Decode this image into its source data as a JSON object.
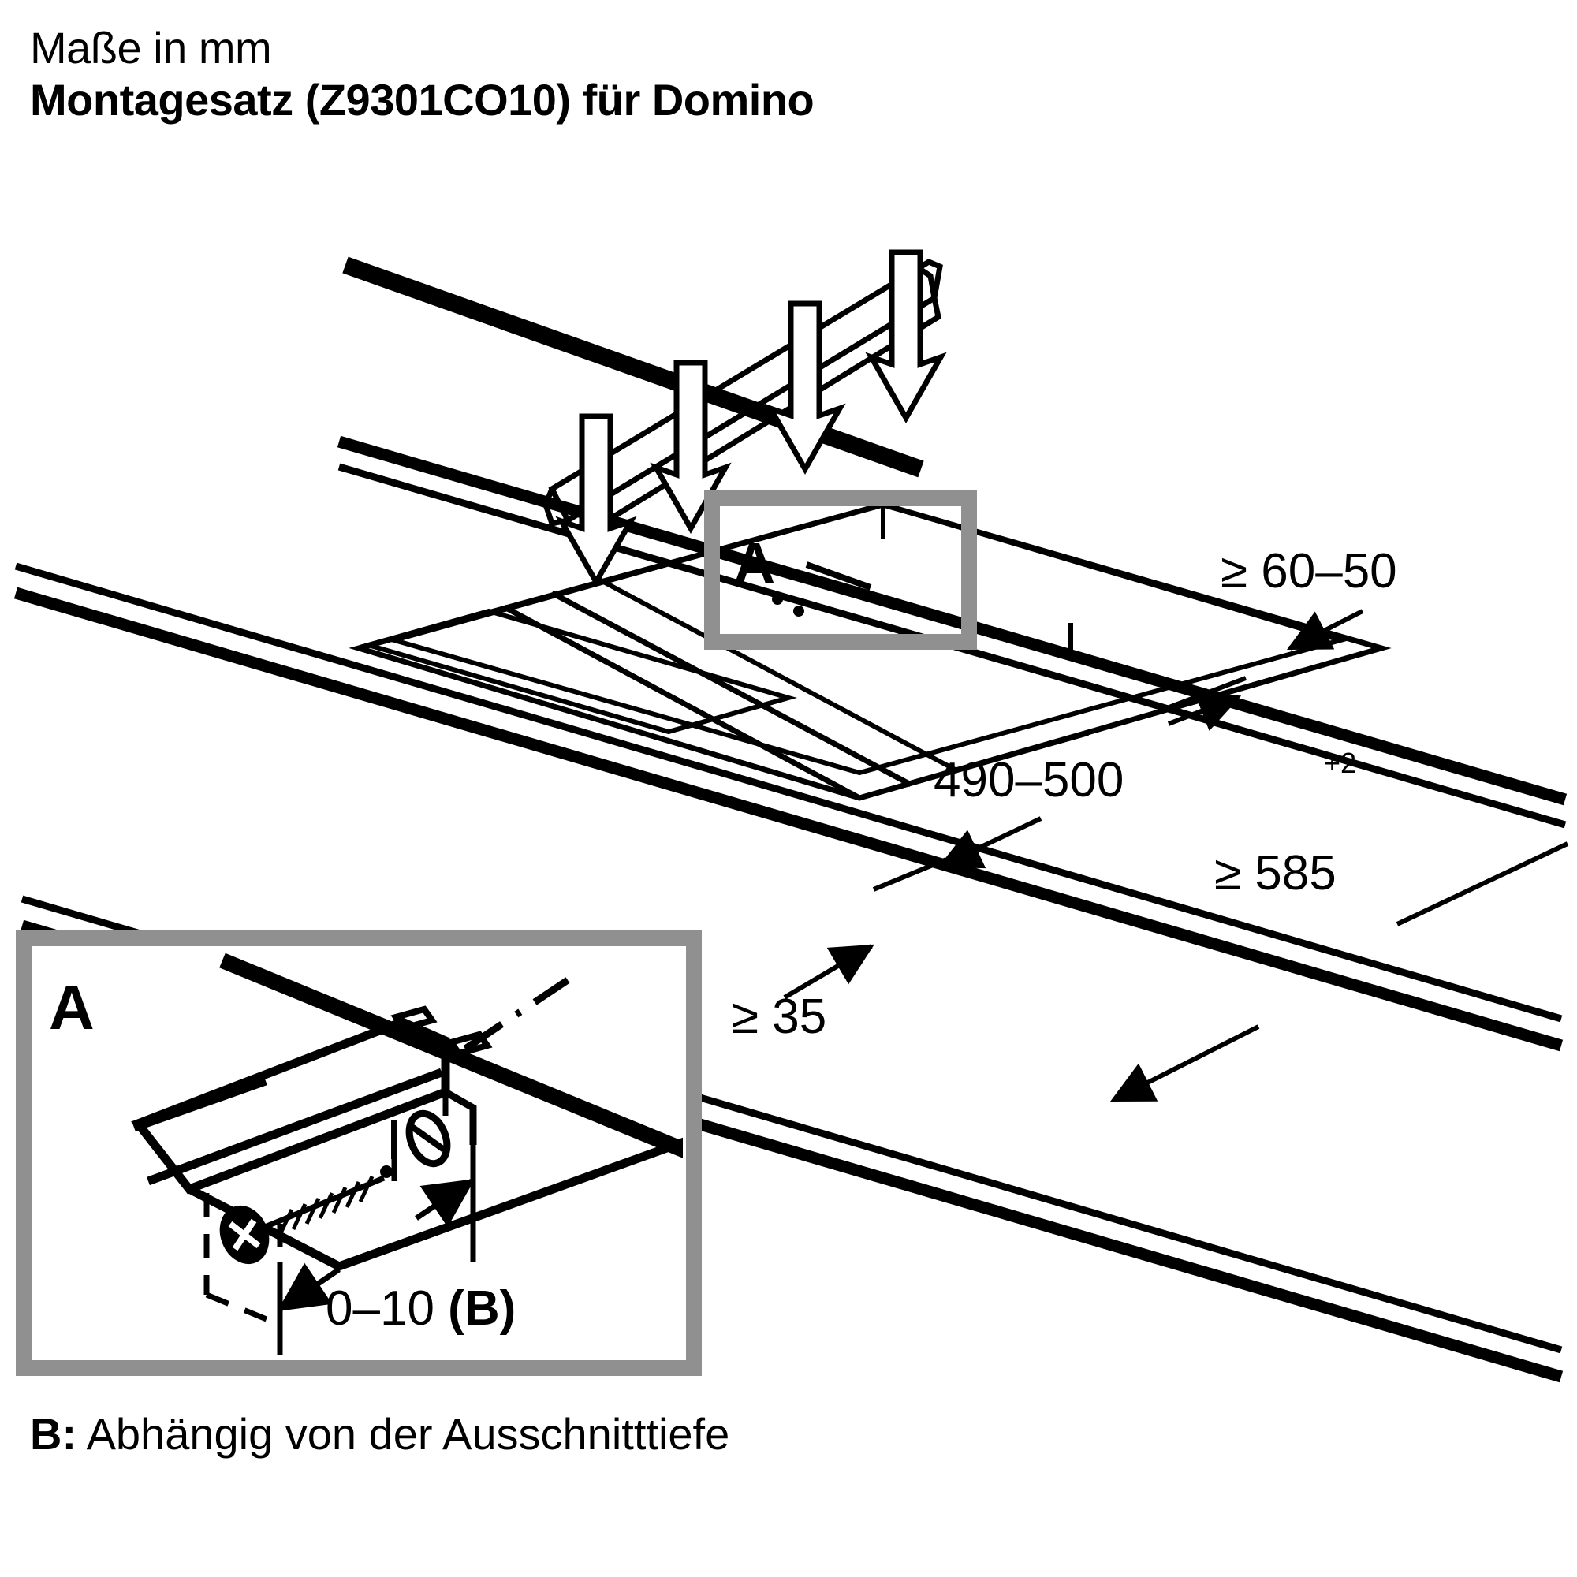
{
  "title": {
    "line1": "Maße in mm",
    "line2": "Montagesatz (Z9301CO10) für Domino"
  },
  "caption": {
    "prefix": "B:",
    "text": " Abhängig von der Ausschnitttiefe"
  },
  "callouts": {
    "main_detail_letter": "A",
    "detail_box_letter": "A"
  },
  "dimensions": {
    "depth_clearance": "≥ 60–50",
    "cutout_width": "490–500",
    "cutout_width_tolerance": "+2",
    "worktop_depth": "≥ 585",
    "front_edge_distance": "≥ 35",
    "detail_gap": "0–10 (B)",
    "detail_gap_value": "0–10",
    "detail_gap_ref": "(B)"
  },
  "colors": {
    "line": "#000000",
    "callout_border": "#909090",
    "background": "#ffffff"
  },
  "icons": {
    "install_arrow": "down-arrow-icon",
    "screw": "screw-icon",
    "dimension_arrow": "dimension-arrow-icon"
  }
}
